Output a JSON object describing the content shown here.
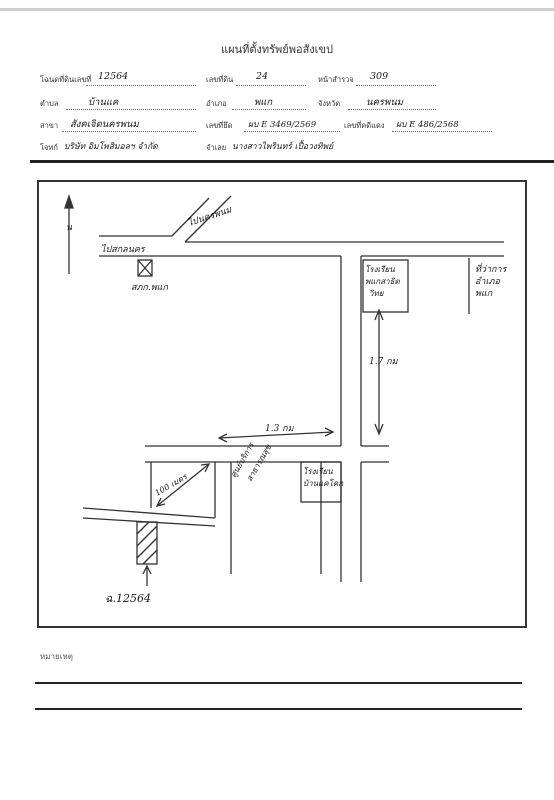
{
  "header": {
    "title": "แผนที่ตั้งทรัพย์พอสังเขป"
  },
  "fields": {
    "deed_label": "โฉนดที่ดินเลขที่",
    "deed_value": "12564",
    "land_no_label": "เลขที่ดิน",
    "land_no_value": "24",
    "survey_page_label": "หน้าสำรวจ",
    "survey_page_value": "309",
    "subdistrict_label": "ตำบล",
    "subdistrict_value": "บ้านแค",
    "district_label": "อำเภอ",
    "district_value": "พแก",
    "province_label": "จังหวัด",
    "province_value": "นครพนม",
    "office_label": "สาขา",
    "office_value": "สังคเจิดนครพนม",
    "seized_label": "เลขที่ยึด",
    "seized_value": "ผบ E 3469/2569",
    "case_label": "เลขที่คดีแดง",
    "case_value": "ผบ E 486/2568",
    "plaintiff_label": "โจทก์",
    "plaintiff_value": "บริษัท อิมโพสิมอลฯ จำกัด",
    "defendant_label": "จำเลย",
    "defendant_value": "นางสาวไพรินทร์ เปื้อวงทิพย์"
  },
  "map": {
    "north": "น",
    "road_to_nakhonphanom": "ไปนครพนม",
    "road_to_sakon": "ไปสกลนคร",
    "junction_label": "สภก.พแก",
    "school_1": [
      "โรงเรียน",
      "พแกสาธิต",
      "วิทย"
    ],
    "district_office": [
      "ที่ว่าการ",
      "อำเภอ",
      "พแก"
    ],
    "dist_vertical": "1.7 กม",
    "dist_horizontal": "1.3 กม",
    "dist_100m": "100 เมตร",
    "health_center": [
      "ศูนย์บริการ",
      "สาธารณสุข"
    ],
    "school_2": [
      "โรงเรียน",
      "บ้านแคโคก"
    ],
    "property_label": "ฉ.12564"
  },
  "notes": {
    "label": "หมายเหตุ"
  }
}
